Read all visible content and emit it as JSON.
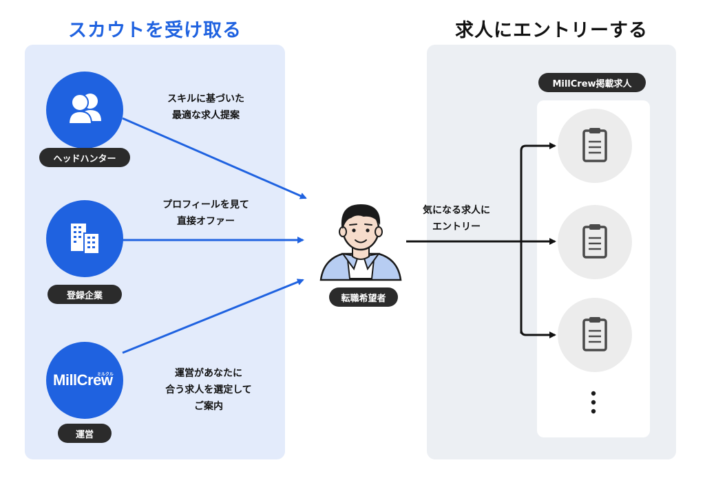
{
  "left_heading": "スカウトを受け取る",
  "right_heading": "求人にエントリーする",
  "sources": [
    {
      "name": "ヘッドハンター",
      "icon": "users-icon"
    },
    {
      "name": "登録企業",
      "icon": "buildings-icon"
    },
    {
      "name": "運営",
      "icon": "millcrew-logo",
      "logo_text": "MillCrew",
      "logo_ruby": "ミルクル"
    }
  ],
  "arrow_labels": {
    "headhunter": [
      "スキルに基づいた",
      "最適な求人提案"
    ],
    "company": [
      "プロフィールを見て",
      "直接オファー"
    ],
    "operator": [
      "運営があなたに",
      "合う求人を選定して",
      "ご案内"
    ]
  },
  "person": {
    "label": "転職希望者",
    "icon": "person-icon"
  },
  "entry_label": [
    "気になる求人に",
    "エントリー"
  ],
  "jobs": {
    "badge": "MillCrew掲載求人",
    "items": [
      {
        "icon": "clipboard-icon"
      },
      {
        "icon": "clipboard-icon"
      },
      {
        "icon": "clipboard-icon"
      }
    ],
    "more_icon": "vertical-ellipsis-icon"
  },
  "colors": {
    "accent_blue": "#1f62e0",
    "left_panel_bg": "#e3ebfb",
    "right_panel_bg": "#eceff3",
    "dark": "#2b2b2b",
    "job_circle": "#ececec"
  }
}
